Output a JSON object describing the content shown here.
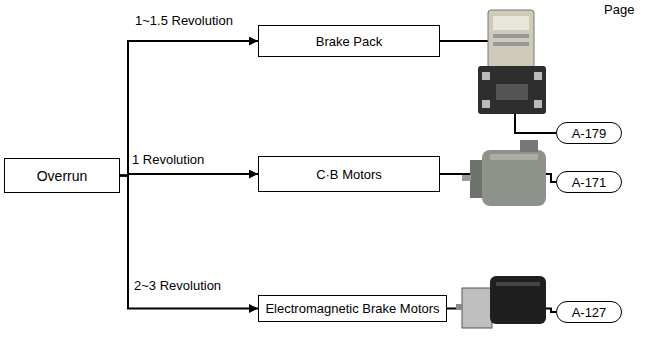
{
  "diagram": {
    "nodes": [
      {
        "text": [
          "Overrun"
        ]
      },
      {
        "text": [
          "Brake Pack"
        ]
      },
      {
        "text": [
          "C·B Motors"
        ]
      },
      {
        "text": [
          "Electromagnetic Brake Motors"
        ]
      },
      {
        "text": [
          "A-179"
        ]
      },
      {
        "text": [
          "A-171"
        ]
      },
      {
        "text": [
          "A-127"
        ]
      }
    ],
    "edges": [
      {
        "from": 0,
        "to": 1,
        "arrow": "to",
        "label": "1~1.5 Revolution"
      },
      {
        "from": 0,
        "to": 2,
        "arrow": "to",
        "label": "1 Revolution"
      },
      {
        "from": 0,
        "to": 3,
        "arrow": "to",
        "label": "2~3 Revolution"
      },
      {
        "from": 1,
        "to": 4,
        "arrow": "none"
      },
      {
        "from": 2,
        "to": 5,
        "arrow": "none"
      },
      {
        "from": 3,
        "to": 6,
        "arrow": "none"
      }
    ],
    "labels": [
      "Page"
    ]
  }
}
